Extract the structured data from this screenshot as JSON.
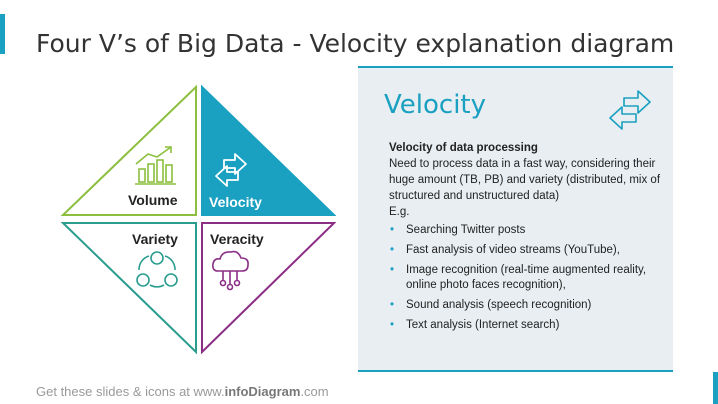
{
  "slide": {
    "title": "Four V’s of Big Data - Velocity explanation diagram"
  },
  "colors": {
    "volume": "#8cbf3f",
    "velocity": "#1aa0c0",
    "variety": "#2a9d8f",
    "veracity": "#8b2f86",
    "panel_bg": "#e8eef2",
    "accent": "#1aa0c0"
  },
  "diagram": {
    "volume": {
      "label": "Volume",
      "icon": "bar-chart-growth-icon"
    },
    "velocity": {
      "label": "Velocity",
      "icon": "exchange-arrows-icon"
    },
    "variety": {
      "label": "Variety",
      "icon": "connected-circles-icon"
    },
    "veracity": {
      "label": "Veracity",
      "icon": "cloud-network-icon"
    }
  },
  "panel": {
    "title": "Velocity",
    "icon": "exchange-arrows-icon",
    "subheading": "Velocity of data processing",
    "description": "Need to process data in a fast way, considering their huge amount (TB, PB) and variety (distributed, mix of structured and unstructured data)",
    "eg": "E.g.",
    "examples": [
      "Searching Twitter posts",
      "Fast analysis of video streams (YouTube),",
      "Image recognition (real-time augmented reality, online photo faces recognition),",
      "Sound analysis (speech recognition)",
      "Text analysis (Internet search)"
    ]
  },
  "footer": {
    "prefix": "Get these slides & icons at www.",
    "brand": "infoDiagram",
    "suffix": ".com"
  }
}
